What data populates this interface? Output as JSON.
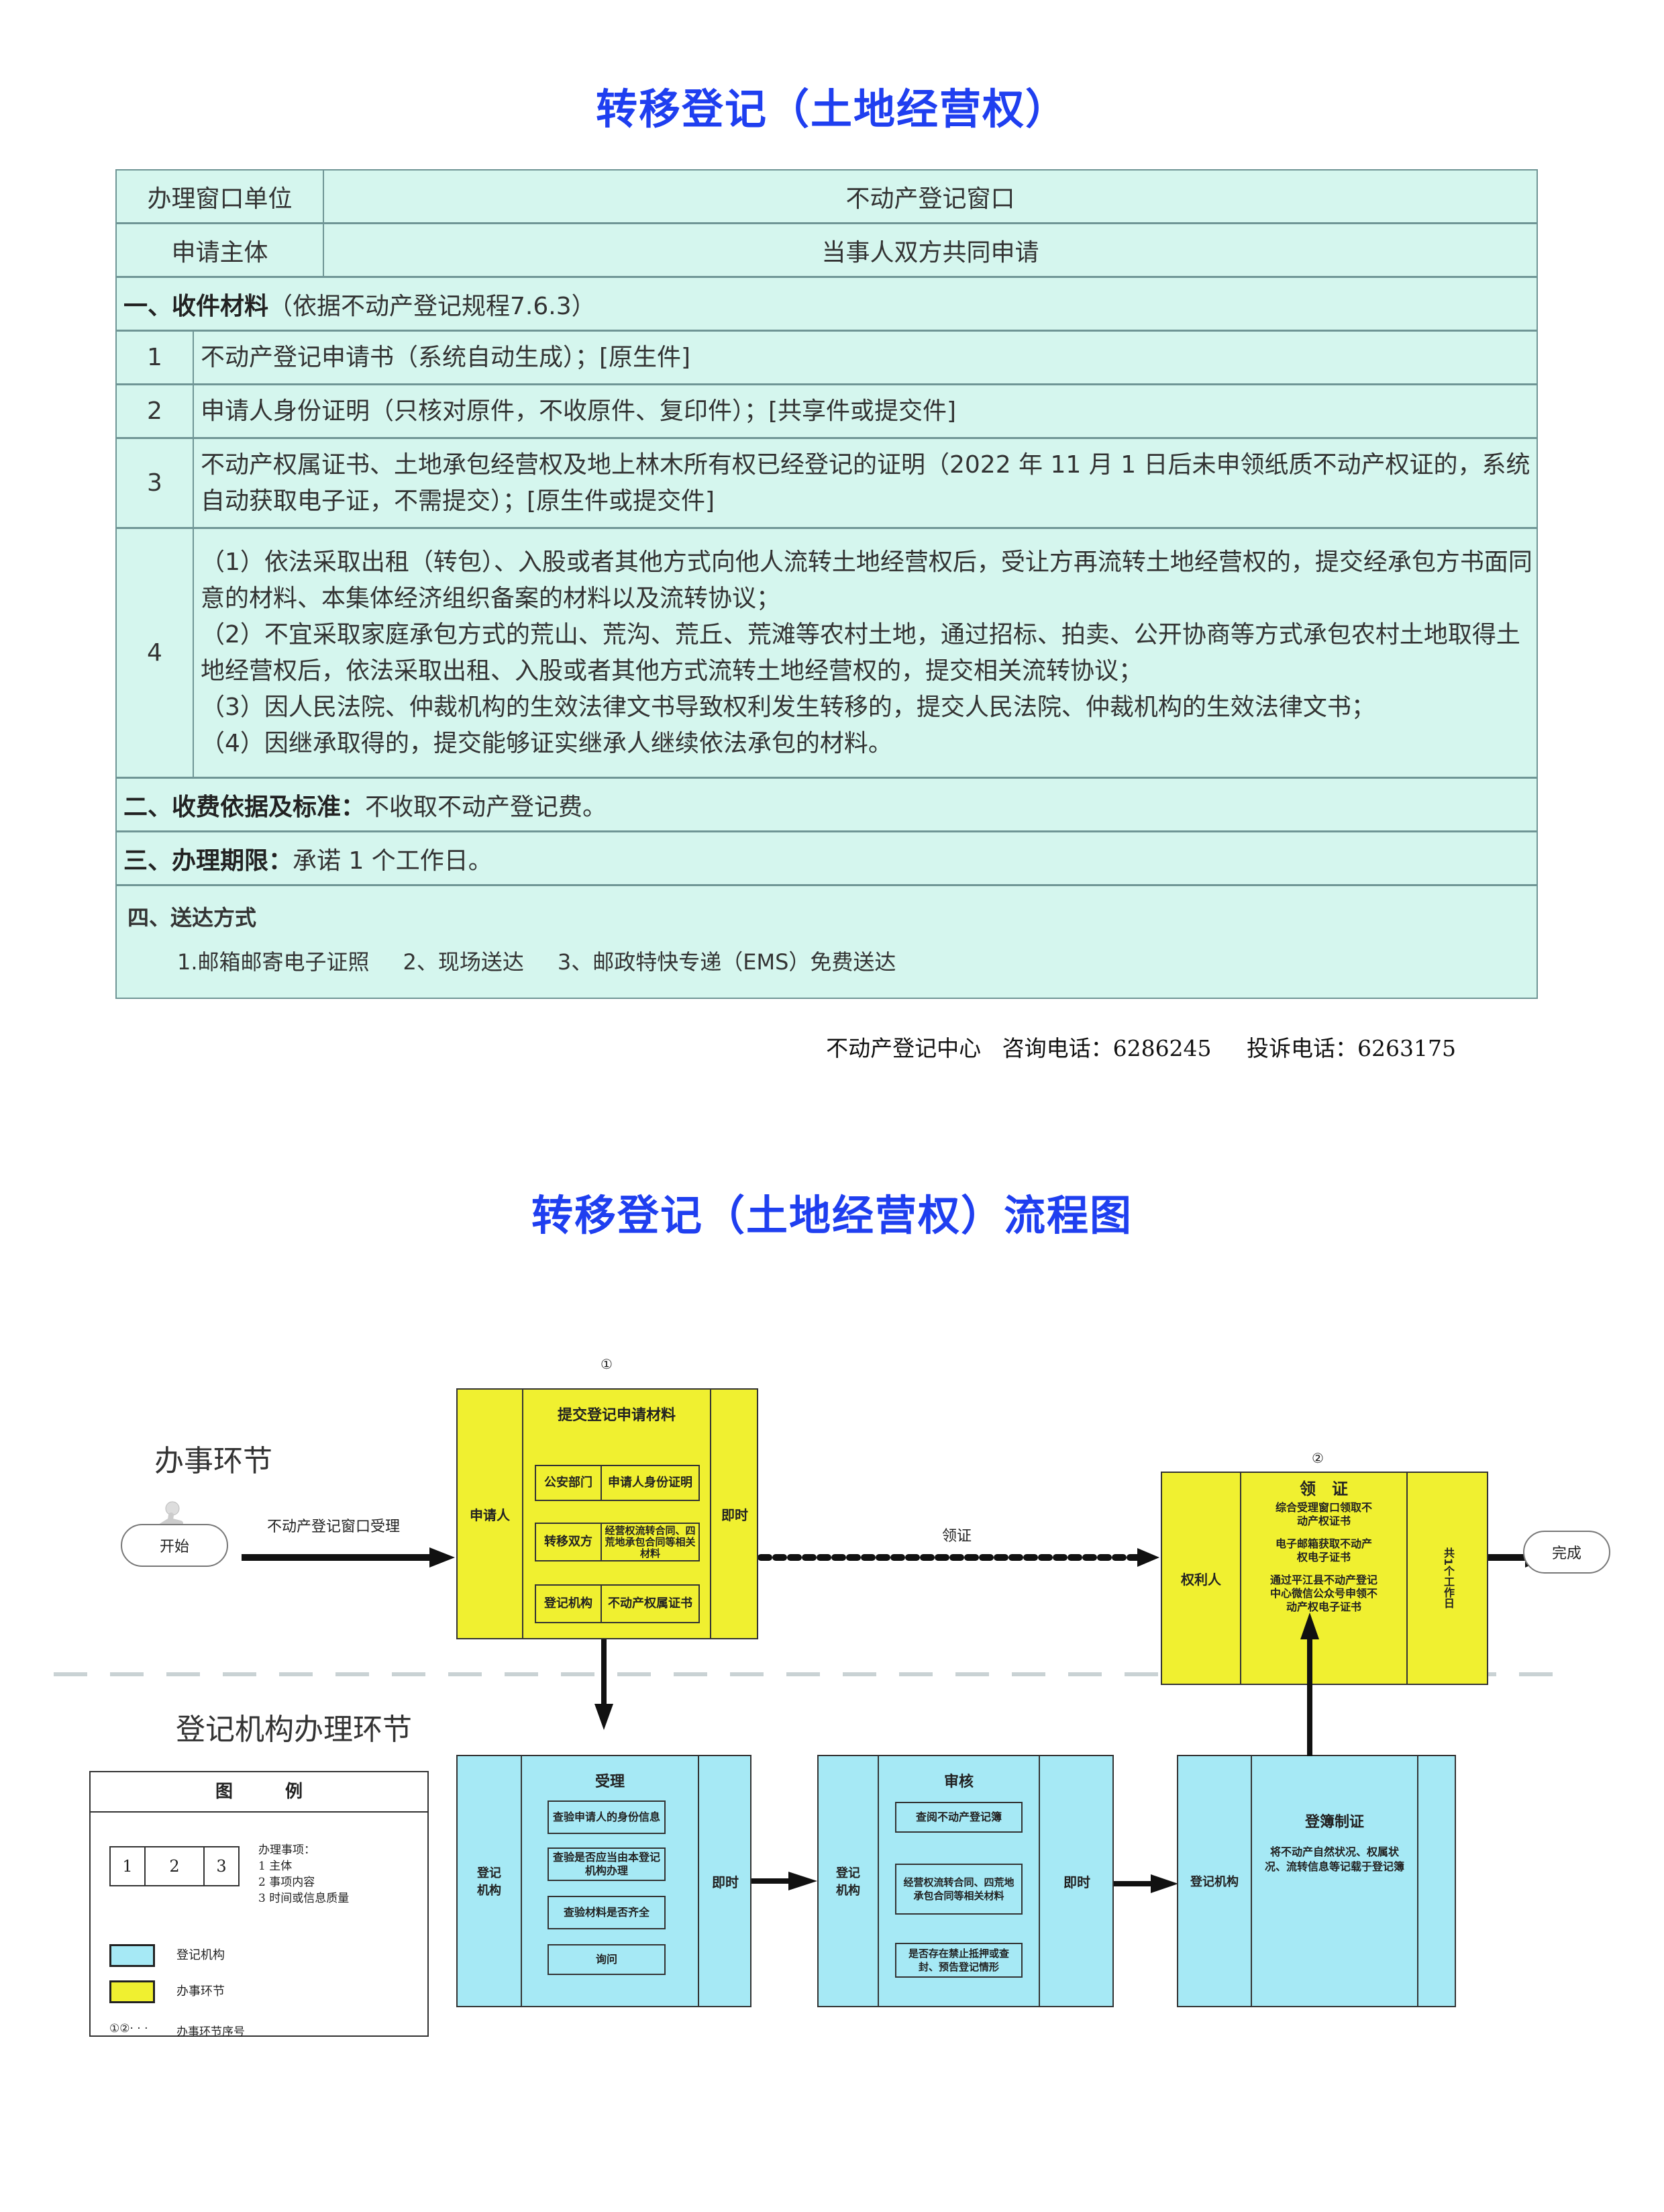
{
  "page": {
    "title": "转移登记（土地经营权）",
    "flow_title": "转移登记（土地经营权）流程图"
  },
  "info_table": {
    "rows": [
      {
        "label": "办理窗口单位",
        "value": "不动产登记窗口"
      },
      {
        "label": "申请主体",
        "value": "当事人双方共同申请"
      }
    ],
    "section1": {
      "heading": "一、收件材料",
      "note": "（依据不动产登记规程7.6.3）"
    },
    "materials": [
      {
        "no": "1",
        "text": "不动产登记申请书（系统自动生成）；[原生件]"
      },
      {
        "no": "2",
        "text": "申请人身份证明（只核对原件，不收原件、复印件）；[共享件或提交件]"
      },
      {
        "no": "3",
        "text": "不动产权属证书、土地承包经营权及地上林木所有权已经登记的证明（2022 年 11 月 1 日后未申领纸质不动产权证的，系统自动获取电子证，不需提交）；[原生件或提交件]"
      },
      {
        "no": "4",
        "lines": [
          "（1）依法采取出租（转包）、入股或者其他方式向他人流转土地经营权后，受让方再流转土地经营权的，提交经承包方书面同意的材料、本集体经济组织备案的材料以及流转协议；",
          "（2）不宜采取家庭承包方式的荒山、荒沟、荒丘、荒滩等农村土地，通过招标、拍卖、公开协商等方式承包农村土地取得土地经营权后，依法采取出租、入股或者其他方式流转土地经营权的，提交相关流转协议；",
          "（3）因人民法院、仲裁机构的生效法律文书导致权利发生转移的，提交人民法院、仲裁机构的生效法律文书；",
          "（4）因继承取得的，提交能够证实继承人继续依法承包的材料。"
        ]
      }
    ],
    "section2": {
      "heading": "二、收费依据及标准：",
      "text": "不收取不动产登记费。"
    },
    "section3": {
      "heading": "三、办理期限：",
      "text": "承诺 1 个工作日。"
    },
    "section4": {
      "heading": "四、送达方式",
      "options": [
        "1.邮箱邮寄电子证照",
        "2、现场送达",
        "3、邮政特快专递（EMS）免费送达"
      ]
    }
  },
  "footer": {
    "org": "不动产登记中心",
    "consult": "咨询电话：6286245",
    "complaint": "投诉电话：6263175"
  },
  "flow": {
    "lane_top": "办事环节",
    "lane_bottom": "登记机构办理环节",
    "start": "开始",
    "end": "完成",
    "arrow_start_label": "不动产登记窗口受理",
    "arrow_dotted_label": "领证",
    "step1": {
      "seq": "①",
      "subject": "申请人",
      "title": "提交登记申请材料",
      "time": "即时",
      "items": [
        {
          "who": "公安部门",
          "what": "申请人身份证明"
        },
        {
          "who": "转移双方",
          "what": "经营权流转合同、四荒地承包合同等相关材料"
        },
        {
          "who": "登记机构",
          "what": "不动产权属证书"
        }
      ]
    },
    "step2": {
      "seq": "②",
      "subject": "权利人",
      "title": "领　证",
      "time": "共1个工作日",
      "lines": [
        "综合受理窗口领取不动产权证书",
        "电子邮箱获取不动产权电子证书",
        "通过平江县不动产登记中心微信公众号申领不动产权电子证书"
      ]
    },
    "accept": {
      "subject": "登记机构",
      "title": "受理",
      "time": "即时",
      "items": [
        "查验申请人的身份信息",
        "查验是否应当由本登记机构办理",
        "查验材料是否齐全",
        "询问"
      ]
    },
    "review": {
      "subject": "登记机构",
      "title": "审核",
      "time": "即时",
      "items": [
        "查阅不动产登记簿",
        "经营权流转合同、四荒地承包合同等相关材料",
        "是否存在禁止抵押或查封、预告登记情形"
      ]
    },
    "record": {
      "subject": "登记机构",
      "title": "登簿制证",
      "time": "",
      "desc": "将不动产自然状况、权属状况、流转信息等记载于登记簿"
    }
  },
  "legend": {
    "title": "图　　　例",
    "cells": [
      "1",
      "2",
      "3"
    ],
    "item_heading": "办理事项：",
    "item_lines": [
      "1  主体",
      "2  事项内容",
      "3  时间或信息质量"
    ],
    "blue_label": "登记机构",
    "yellow_label": "办事环节",
    "seq_symbol": "①②· · ·",
    "seq_label": "办事环节序号",
    "colors": {
      "blue": "#a6e9f5",
      "yellow": "#f0f030"
    }
  }
}
